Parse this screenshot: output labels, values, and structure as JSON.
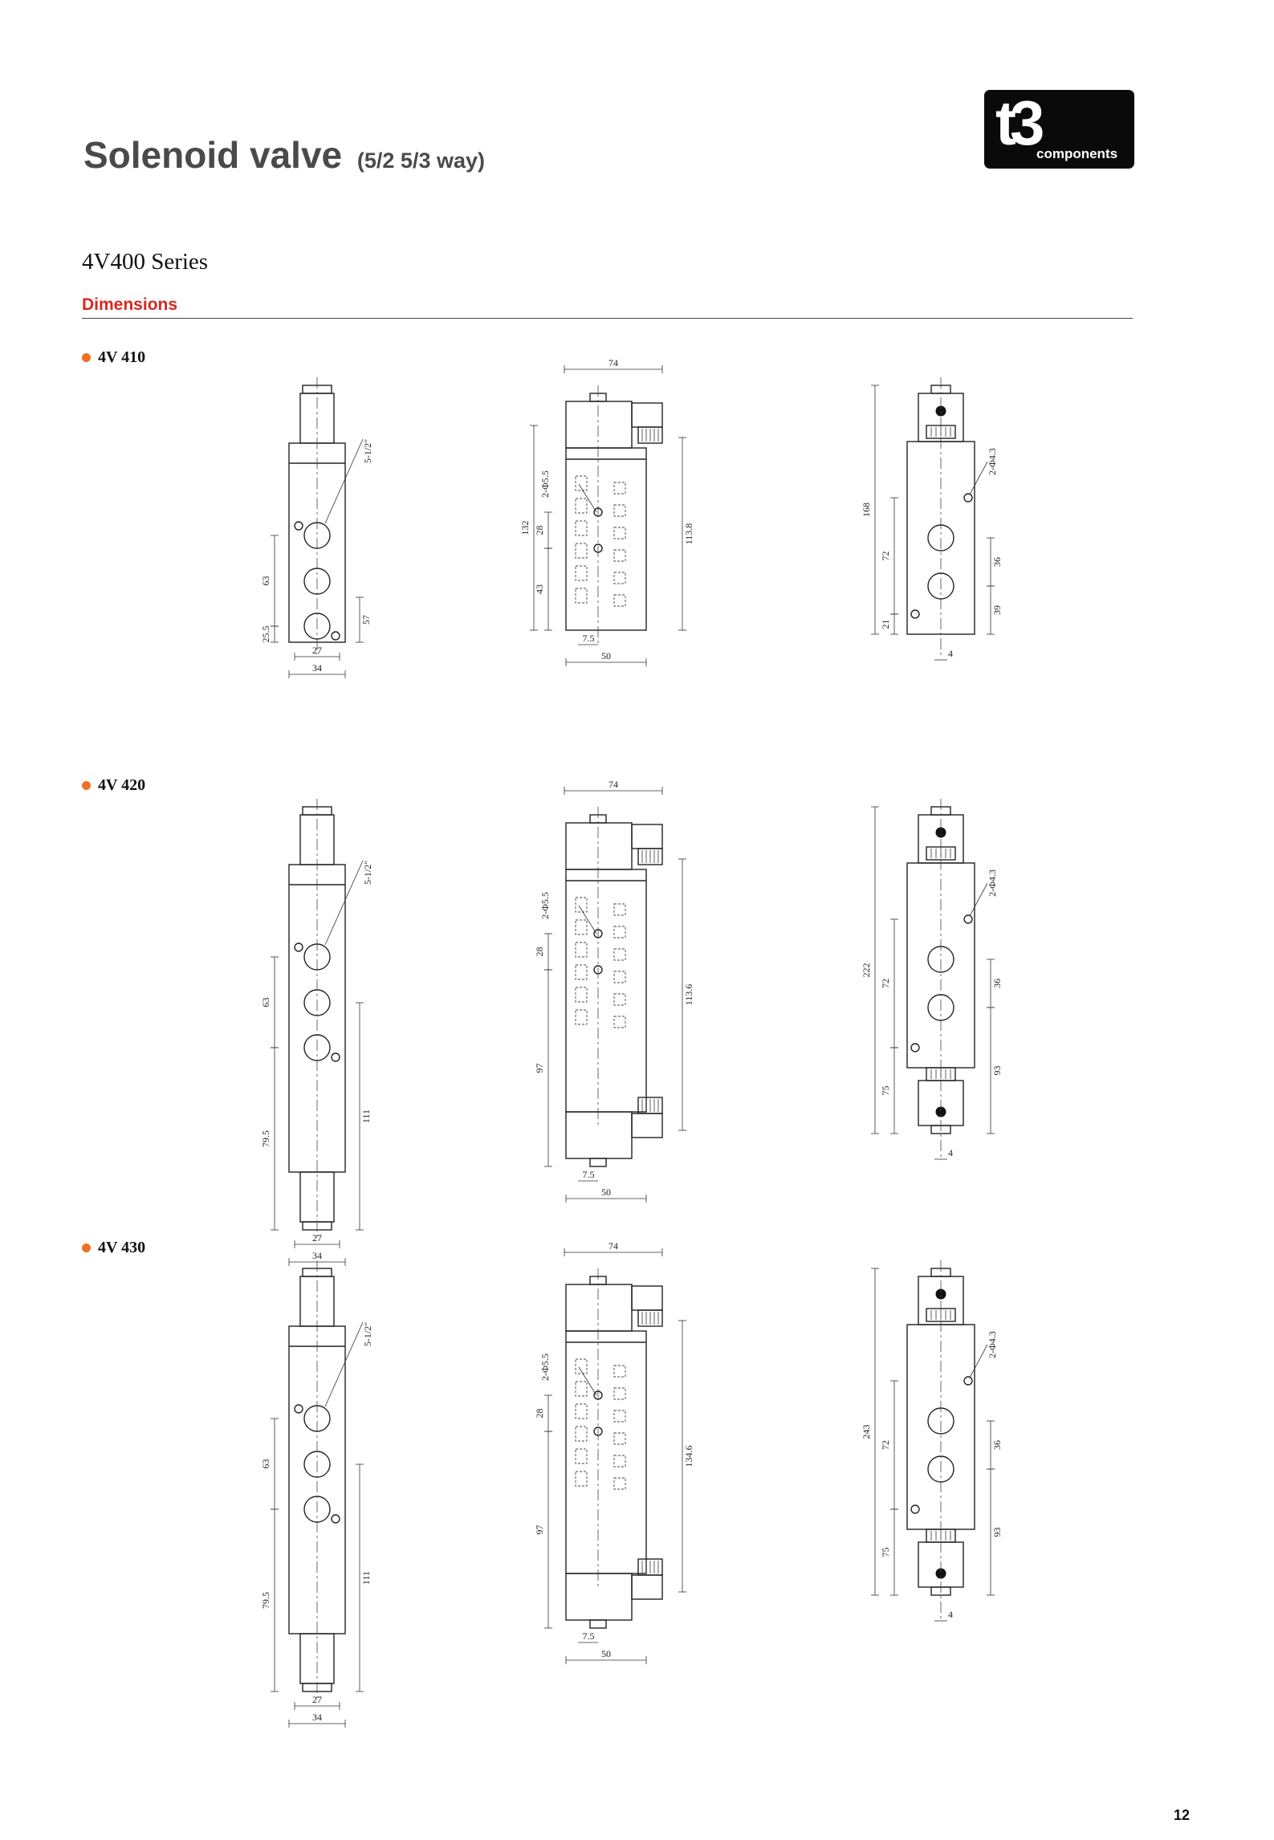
{
  "header": {
    "title": "Solenoid valve",
    "title_sub": "(5/2 5/3 way)",
    "logo_mark": "t3",
    "logo_word": "components"
  },
  "series_title": "4V400 Series",
  "section_title": "Dimensions",
  "colors": {
    "section": "#d42a1e",
    "bullet": "#f07020",
    "title": "#4a4a4a"
  },
  "models": [
    {
      "name": "4V 410",
      "side": {
        "dims": [
          "5-1/2\"",
          "63",
          "25.5",
          "57",
          "27",
          "34"
        ]
      },
      "front": {
        "dims": [
          "74",
          "2-Φ5.5",
          "132",
          "28",
          "43",
          "113.8",
          "7.5",
          "50"
        ]
      },
      "right": {
        "dims": [
          "2-Φ4.3",
          "168",
          "72",
          "21",
          "36",
          "39",
          "4"
        ]
      }
    },
    {
      "name": "4V 420",
      "side": {
        "dims": [
          "5-1/2\"",
          "63",
          "79.5",
          "111",
          "27",
          "34"
        ]
      },
      "front": {
        "dims": [
          "74",
          "2-Φ5.5",
          "28",
          "97",
          "113.6",
          "7.5",
          "50"
        ]
      },
      "right": {
        "dims": [
          "2-Φ4.3",
          "222",
          "72",
          "75",
          "36",
          "93",
          "4"
        ]
      }
    },
    {
      "name": "4V 430",
      "side": {
        "dims": [
          "5-1/2\"",
          "63",
          "79.5",
          "111",
          "27",
          "34"
        ]
      },
      "front": {
        "dims": [
          "74",
          "2-Φ5.5",
          "28",
          "97",
          "134.6",
          "7.5",
          "50"
        ]
      },
      "right": {
        "dims": [
          "2-Φ4.3",
          "243",
          "72",
          "75",
          "36",
          "93",
          "4"
        ]
      }
    }
  ],
  "page_number": "12"
}
